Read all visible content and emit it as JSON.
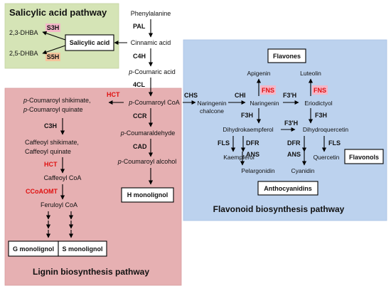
{
  "colors": {
    "salicylic_panel": "#d5e4b6",
    "lignin_panel": "#e6b0b2",
    "flavonoid_panel": "#bcd2ee",
    "enzyme_highlight": "#e01010",
    "label_pink": "#f4b7c8",
    "label_orange": "#f4c49b"
  },
  "titles": {
    "salicylic": "Salicylic acid pathway",
    "lignin": "Lignin biosynthesis pathway",
    "flavonoid": "Flavonoid biosynthesis pathway"
  },
  "salicylic": {
    "dhba23": "2,3-DHBA",
    "dhba25": "2,5-DHBA",
    "s3h": "S3H",
    "s5h": "S5H",
    "salicylic_acid": "Salicylic acid"
  },
  "trunk": {
    "phenylalanine": "Phenylalanine",
    "pal": "PAL",
    "cinnamic_acid": "Cinnamic acid",
    "c4h": "C4H",
    "p_prefix": "p",
    "coumaric_acid": "-Coumaric acid",
    "fourcl": "4CL",
    "coumaroyl_coa": "-Coumaroyl CoA",
    "hct_top": "HCT",
    "ccr": "CCR",
    "coumaraldehyde": "-Coumaraldehyde",
    "cad": "CAD",
    "coumaroyl_alcohol": "-Coumaroyl alcohol",
    "h_monolignol": "H monolignol"
  },
  "lignin": {
    "shikimate": "-Coumaroyl shikimate,",
    "quinate": "-Coumaroyl quinate",
    "c3h": "C3H",
    "caffeoyl_shikimate": "Caffeoyl shikimate,",
    "caffeoyl_quinate": "Caffeoyl quinate",
    "hct": "HCT",
    "caffeoyl_coa": "Caffeoyl CoA",
    "ccoaomt": "CCoAOMT",
    "feruloyl_coa": "Feruloyl CoA",
    "g_monolignol": "G monolignol",
    "s_monolignol": "S monolignol"
  },
  "flavonoid": {
    "chs": "CHS",
    "naringenin_chalcone_1": "Naringenin",
    "naringenin_chalcone_2": "chalcone",
    "chi": "CHI",
    "naringenin": "Naringenin",
    "f3h_top": "F3'H",
    "eriodictyol": "Eriodictyol",
    "fns_left": "FNS",
    "fns_right": "FNS",
    "apigenin": "Apigenin",
    "luteolin": "Luteolin",
    "flavones": "Flavones",
    "f3h_left": "F3H",
    "f3h_right": "F3H",
    "dihydrokaempferol": "Dihydrokaempferol",
    "f3h_mid": "F3'H",
    "dihydroquercetin": "Dihydroquercetin",
    "fls_left": "FLS",
    "dfr_left": "DFR",
    "dfr_right": "DFR",
    "fls_right": "FLS",
    "kaempferol": "Kaempferol",
    "ans_left": "ANS",
    "ans_right": "ANS",
    "quercetin": "Quercetin",
    "flavonols": "Flavonols",
    "pelargonidin": "Pelargonidin",
    "cyanidin": "Cyanidin",
    "anthocyanidins": "Anthocyanidins"
  }
}
